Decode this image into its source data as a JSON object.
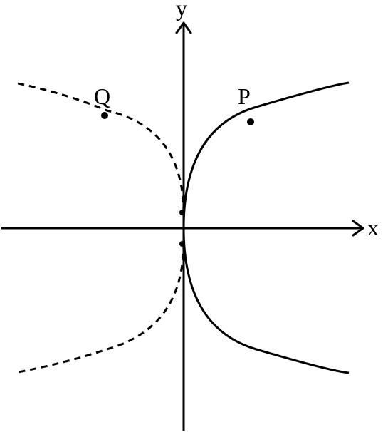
{
  "axes": {
    "x_label": "x",
    "y_label": "y"
  },
  "points": {
    "p_label": "P",
    "q_label": "Q"
  },
  "style": {
    "line_color": "#000000",
    "background": "#ffffff"
  }
}
